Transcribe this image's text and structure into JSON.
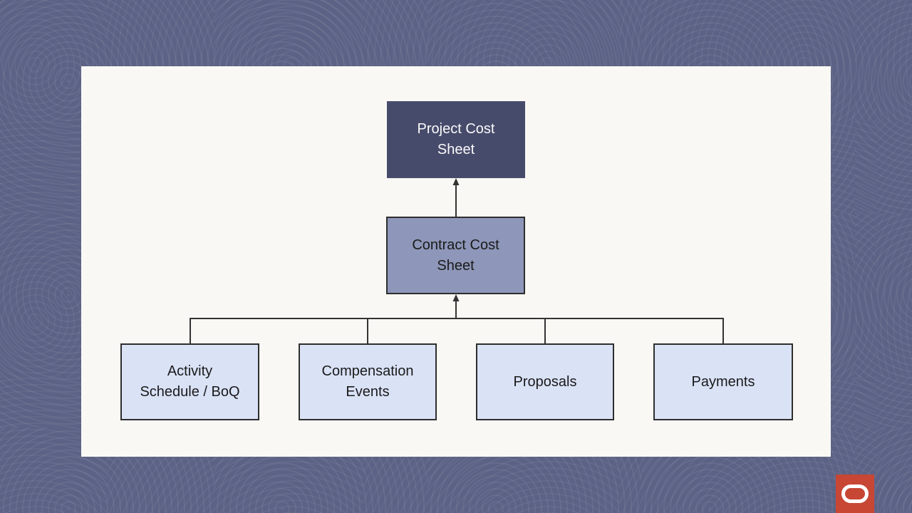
{
  "colors": {
    "background": "#5c6285",
    "card": "#faf8f4",
    "node_root": "#474b6b",
    "node_mid": "#8e97b9",
    "node_leaf": "#dae2f6",
    "node_border": "#2e2e2e",
    "connector": "#333333",
    "logo_red": "#c74634"
  },
  "diagram": {
    "root": {
      "label": "Project Cost Sheet"
    },
    "mid": {
      "label": "Contract Cost Sheet"
    },
    "leaves": [
      {
        "label": "Activity Schedule / BoQ"
      },
      {
        "label": "Compensation Events"
      },
      {
        "label": "Proposals"
      },
      {
        "label": "Payments"
      }
    ]
  },
  "icons": {
    "logo": "oracle-logo"
  }
}
